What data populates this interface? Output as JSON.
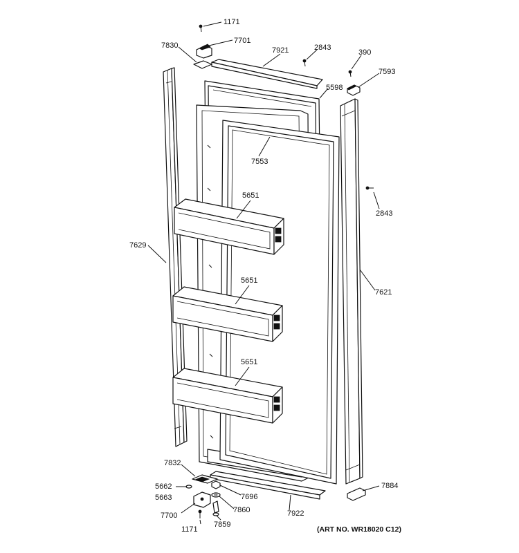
{
  "diagram": {
    "art_number": "(ART NO. WR18020 C12)",
    "callouts": {
      "c1171_top": "1171",
      "c7701": "7701",
      "c7830": "7830",
      "c7921": "7921",
      "c2843_top": "2843",
      "c390": "390",
      "c7593": "7593",
      "c5598": "5598",
      "c7553": "7553",
      "c2843_right": "2843",
      "c5651_a": "5651",
      "c5651_b": "5651",
      "c5651_c": "5651",
      "c7629": "7629",
      "c7621": "7621",
      "c7832": "7832",
      "c5662": "5662",
      "c5663": "5663",
      "c7696": "7696",
      "c7860": "7860",
      "c7922": "7922",
      "c7700": "7700",
      "c1171_bottom": "1171",
      "c7859": "7859",
      "c7884": "7884"
    }
  }
}
